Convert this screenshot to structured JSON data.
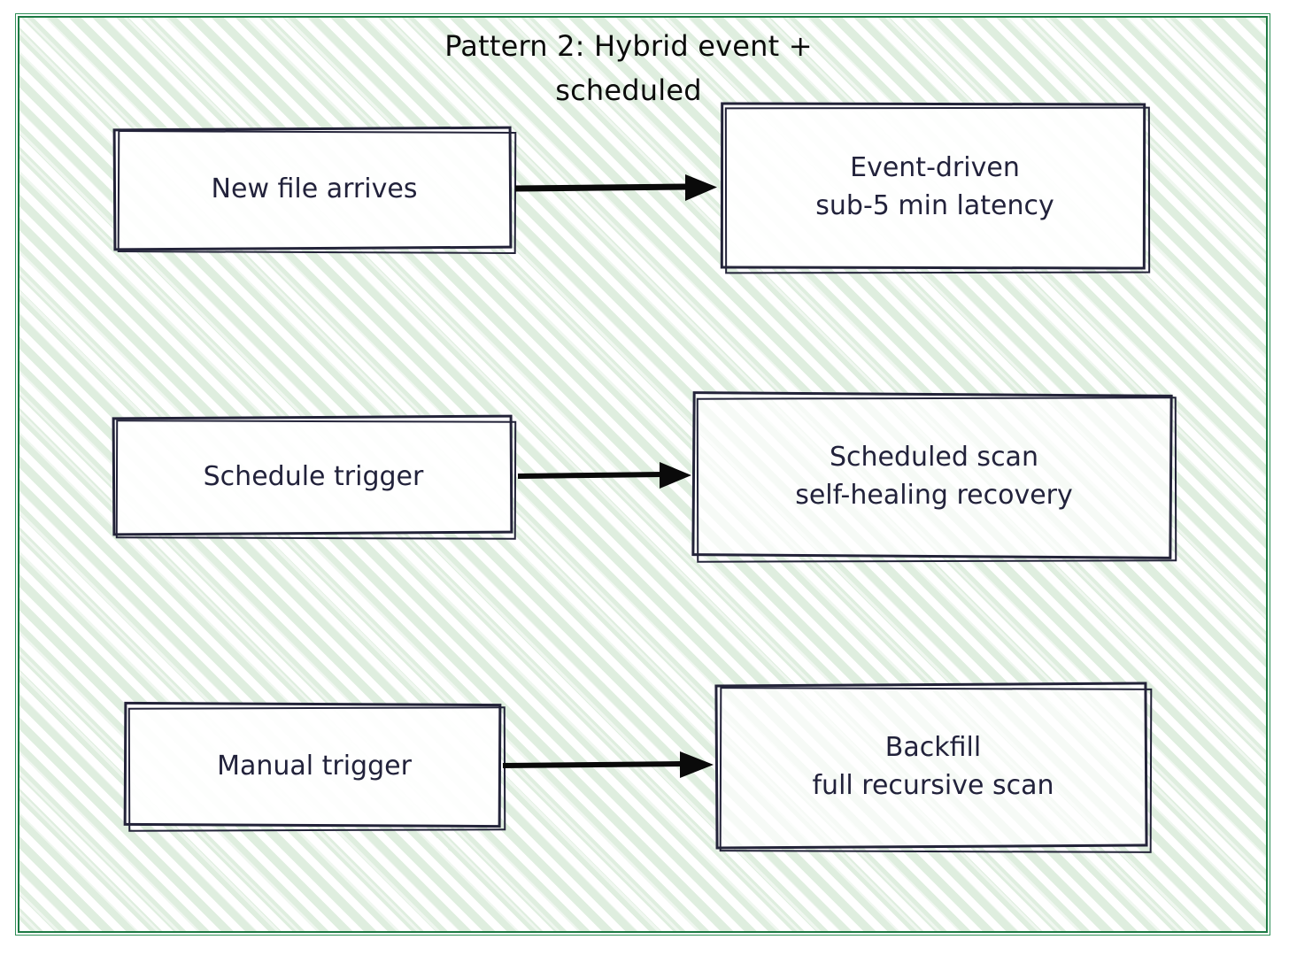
{
  "diagram": {
    "title": "Pattern 2: Hybrid event +\nscheduled",
    "frame": {
      "border_color": "#1d7a44",
      "hatch_color": "#dfeedf",
      "background": "#ffffff"
    },
    "stroke_color": "#232339",
    "text_color": "#22223b",
    "arrow_color": "#0a0a0a",
    "nodes": [
      {
        "id": "new-file-arrives",
        "label": "New file arrives"
      },
      {
        "id": "event-driven",
        "label": "Event-driven\nsub-5 min latency"
      },
      {
        "id": "schedule-trigger",
        "label": "Schedule trigger"
      },
      {
        "id": "scheduled-scan",
        "label": "Scheduled scan\nself-healing recovery"
      },
      {
        "id": "manual-trigger",
        "label": "Manual trigger"
      },
      {
        "id": "backfill",
        "label": "Backfill\nfull recursive scan"
      }
    ],
    "edges": [
      {
        "id": "edge-newfile-to-event",
        "from": "new-file-arrives",
        "to": "event-driven",
        "label": ""
      },
      {
        "id": "edge-schedule-to-scan",
        "from": "schedule-trigger",
        "to": "scheduled-scan",
        "label": ""
      },
      {
        "id": "edge-manual-to-backfill",
        "from": "manual-trigger",
        "to": "backfill",
        "label": ""
      }
    ]
  }
}
